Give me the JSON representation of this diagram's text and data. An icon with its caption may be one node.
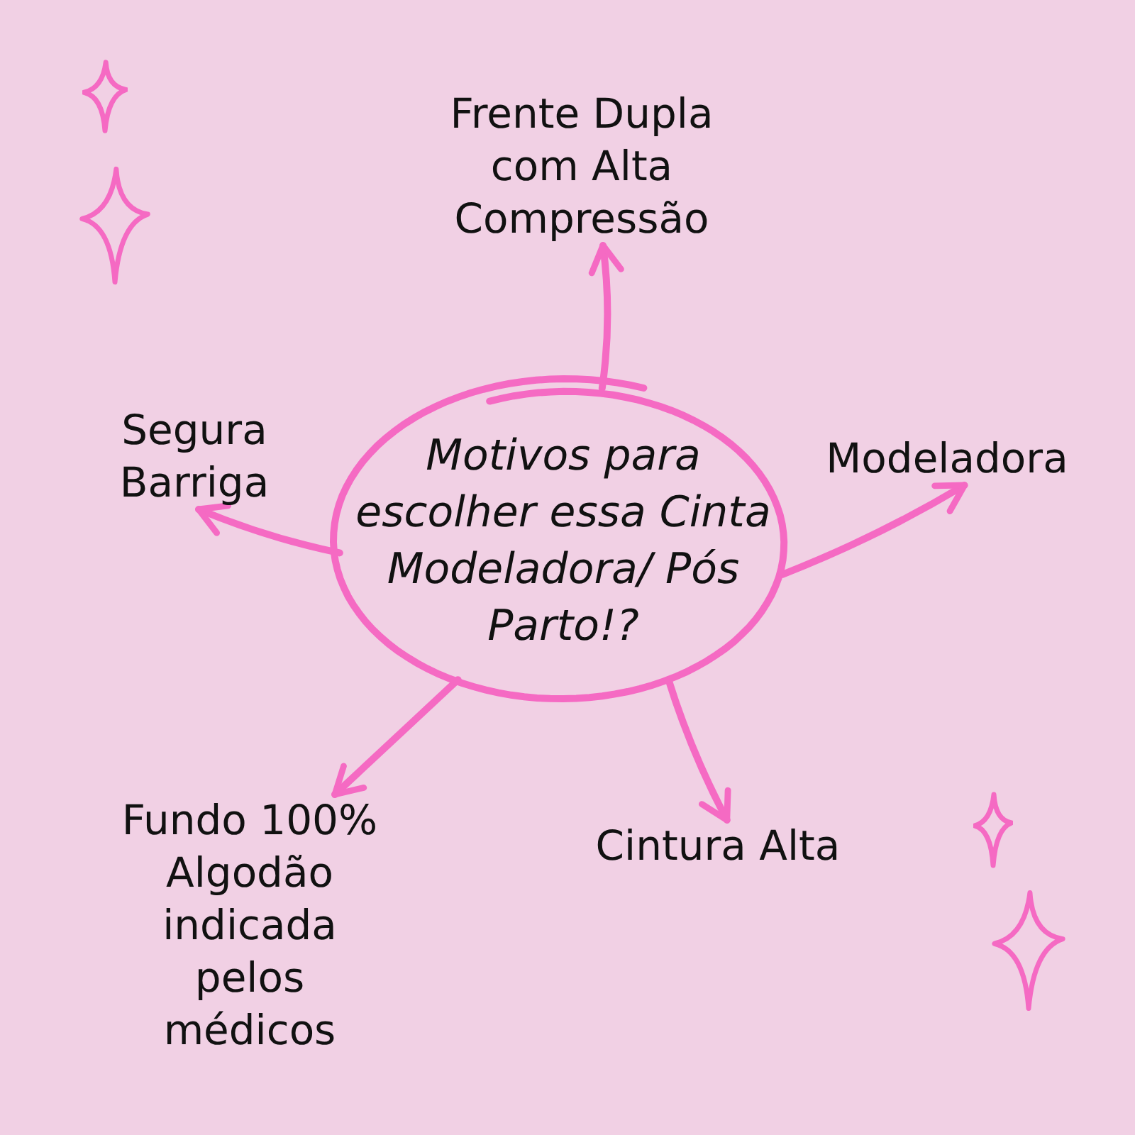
{
  "diagram": {
    "nodes": [
      {
        "text": [
          "Motivos para escolher essa Cinta Modeladora/ Pós Parto!?"
        ]
      },
      {
        "text": [
          "Frente Dupla com Alta Compressão"
        ]
      },
      {
        "text": [
          "Segura Barriga"
        ]
      },
      {
        "text": [
          "Modeladora"
        ]
      },
      {
        "text": [
          "Fundo 100% Algodão indicada pelos médicos"
        ]
      },
      {
        "text": [
          "Cintura Alta"
        ]
      }
    ],
    "edges": [
      {
        "from": 0,
        "to": 1,
        "arrow": "to"
      },
      {
        "from": 0,
        "to": 2,
        "arrow": "to"
      },
      {
        "from": 0,
        "to": 3,
        "arrow": "to"
      },
      {
        "from": 0,
        "to": 4,
        "arrow": "to"
      },
      {
        "from": 0,
        "to": 5,
        "arrow": "to"
      }
    ]
  }
}
